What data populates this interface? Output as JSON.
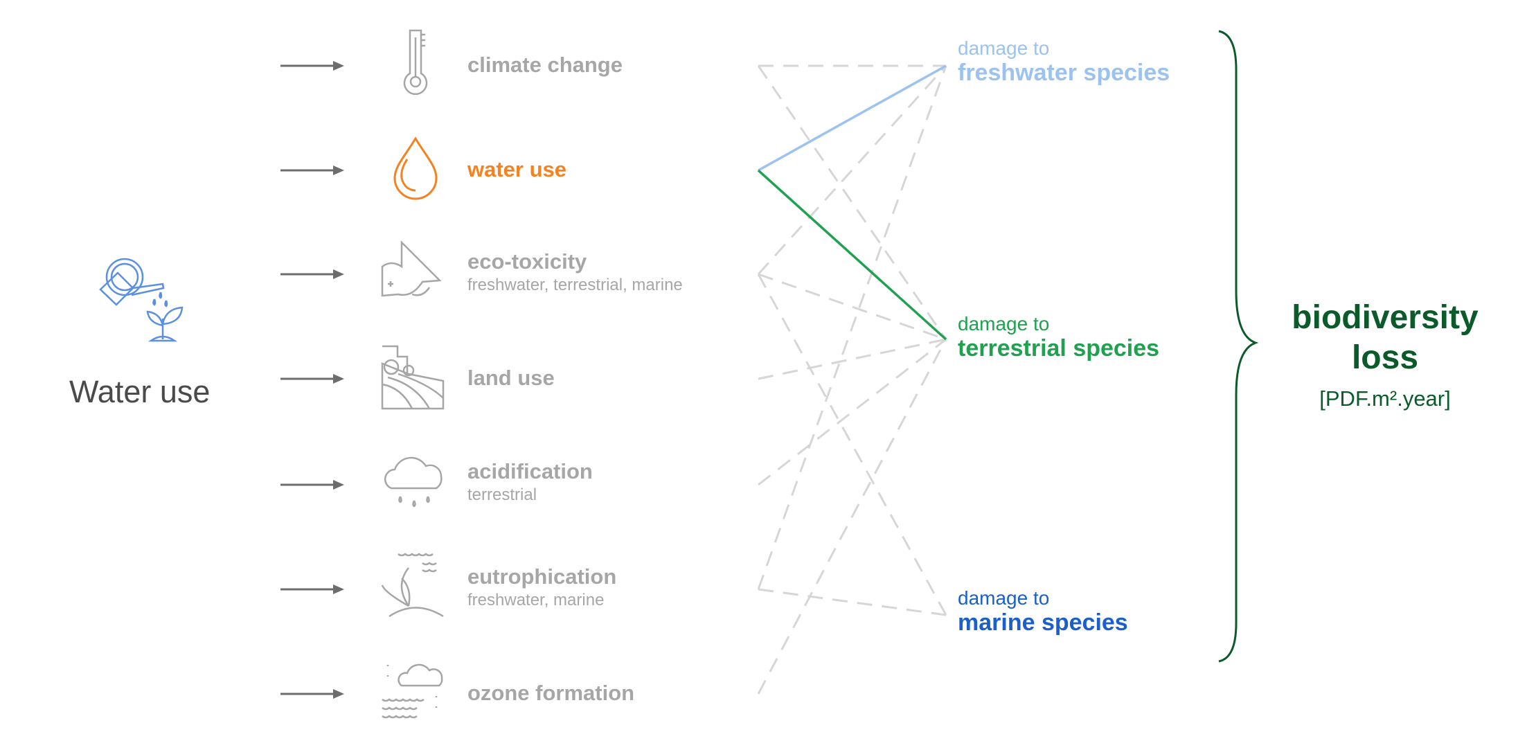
{
  "source": {
    "label": "Water use",
    "icon": "watering-can-plant-icon",
    "color": "#5b8fe0"
  },
  "categories": [
    {
      "label": "climate change",
      "sub": "",
      "icon": "thermometer-icon"
    },
    {
      "label": "water use",
      "sub": "",
      "icon": "water-drop-icon",
      "highlight": "#f5821f"
    },
    {
      "label": "eco-toxicity",
      "sub": "freshwater, terrestrial, marine",
      "icon": "fish-icon"
    },
    {
      "label": "land use",
      "sub": "",
      "icon": "tractor-field-icon"
    },
    {
      "label": "acidification",
      "sub": "terrestrial",
      "icon": "acid-rain-cloud-icon"
    },
    {
      "label": "eutrophication",
      "sub": "freshwater, marine",
      "icon": "seaweed-water-icon"
    },
    {
      "label": "ozone formation",
      "sub": "",
      "icon": "smog-cloud-icon"
    }
  ],
  "damages": [
    {
      "prefix": "damage to",
      "label": "freshwater species",
      "color": "#9cc2f0"
    },
    {
      "prefix": "damage to",
      "label": "terrestrial species",
      "color": "#1fa150"
    },
    {
      "prefix": "damage to",
      "label": "marine species",
      "color": "#1a5fcc"
    }
  ],
  "links": [
    [
      0,
      0
    ],
    [
      0,
      1
    ],
    [
      1,
      0
    ],
    [
      1,
      1
    ],
    [
      2,
      0
    ],
    [
      2,
      1
    ],
    [
      2,
      2
    ],
    [
      3,
      1
    ],
    [
      4,
      1
    ],
    [
      5,
      0
    ],
    [
      5,
      2
    ],
    [
      6,
      1
    ]
  ],
  "highlighted_category": 1,
  "result": {
    "title_line1": "biodiversity",
    "title_line2": "loss",
    "unit": "[PDF.m².year]",
    "color": "#0b5a2a"
  },
  "colors": {
    "inactive": "#a6a6a6",
    "dash": "#d6d6d6",
    "arrow": "#6d6d6d"
  }
}
